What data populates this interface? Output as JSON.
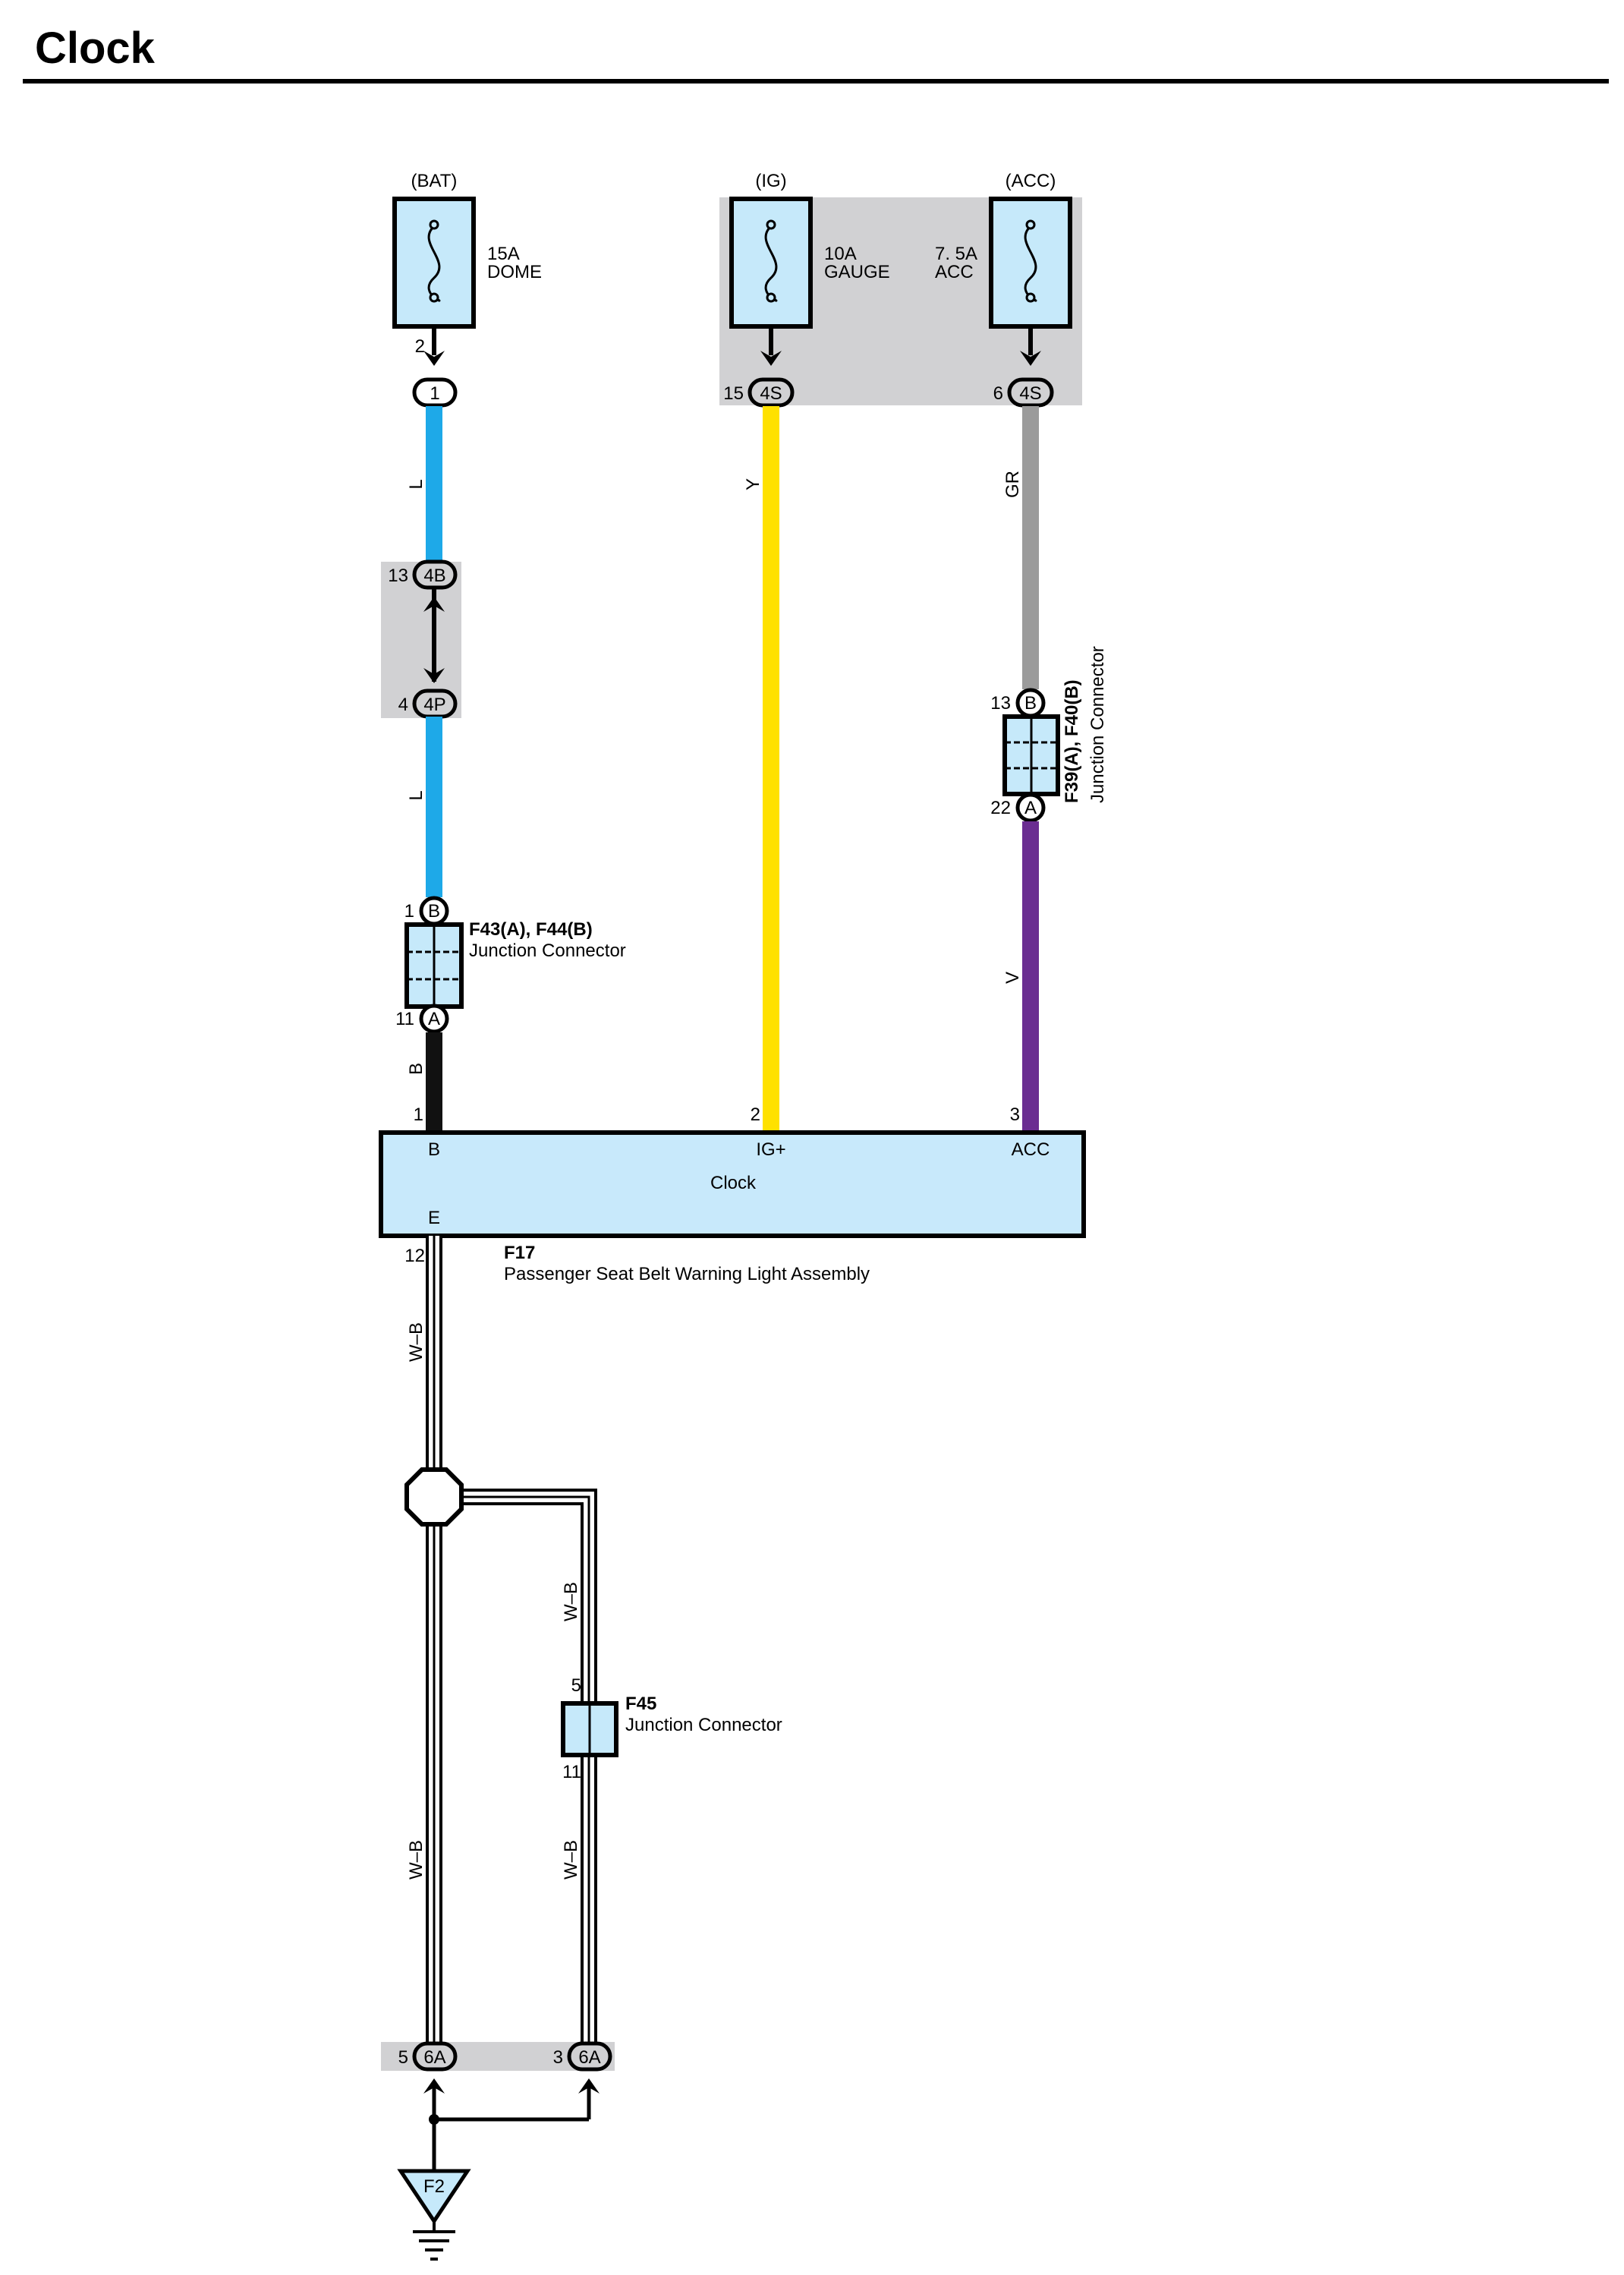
{
  "title": "Clock",
  "colors": {
    "fuse_fill": "#c6e9fa",
    "box_fill": "#c8e9fb",
    "shade": "#d1d1d3",
    "wire_L": "#1ea9e8",
    "wire_Y": "#ffe100",
    "wire_GR": "#9b9b9b",
    "wire_V": "#6a2d91",
    "wire_B": "#111111",
    "wire_WB": "#ffffff"
  },
  "sources": {
    "bat": {
      "supply": "(BAT)",
      "rating": "15A",
      "name": "DOME",
      "fuse_pin": "2",
      "conn_pin": "1"
    },
    "ig": {
      "supply": "(IG)",
      "rating": "10A",
      "name": "GAUGE",
      "pin": "15",
      "conn": "4S"
    },
    "acc": {
      "supply": "(ACC)",
      "rating": "7. 5A",
      "name": "ACC",
      "pin": "6",
      "conn": "4S"
    }
  },
  "inline_conn": {
    "top_pin": "13",
    "top_code": "4B",
    "bottom_pin": "4",
    "bottom_code": "4P"
  },
  "wires": {
    "left_upper": "L",
    "left_lower": "L",
    "left_black": "B",
    "middle": "Y",
    "right_upper": "GR",
    "right_lower": "V",
    "ground_main": "W–B",
    "ground_branch_upper": "W–B",
    "ground_branch_lower": "W–B",
    "ground_left_lower": "W–B"
  },
  "junction_left": {
    "id": "F43(A), F44(B)",
    "desc": "Junction Connector",
    "top_pin": "1",
    "top_tag": "B",
    "bottom_pin": "11",
    "bottom_tag": "A"
  },
  "junction_right": {
    "id": "F39(A), F40(B)",
    "desc": "Junction Connector",
    "top_pin": "13",
    "top_tag": "B",
    "bottom_pin": "22",
    "bottom_tag": "A"
  },
  "component": {
    "name": "Clock",
    "id": "F17",
    "desc": "Passenger Seat Belt Warning Light Assembly",
    "pins": {
      "b_num": "1",
      "b_name": "B",
      "ig_num": "2",
      "ig_name": "IG+",
      "acc_num": "3",
      "acc_name": "ACC",
      "e_name": "E",
      "e_num": "12"
    }
  },
  "junction_f45": {
    "id": "F45",
    "desc": "Junction Connector",
    "top_pin": "5",
    "bottom_pin": "11"
  },
  "ground_conn": {
    "left_pin": "5",
    "left_code": "6A",
    "right_pin": "3",
    "right_code": "6A"
  },
  "ground": {
    "id": "F2"
  }
}
